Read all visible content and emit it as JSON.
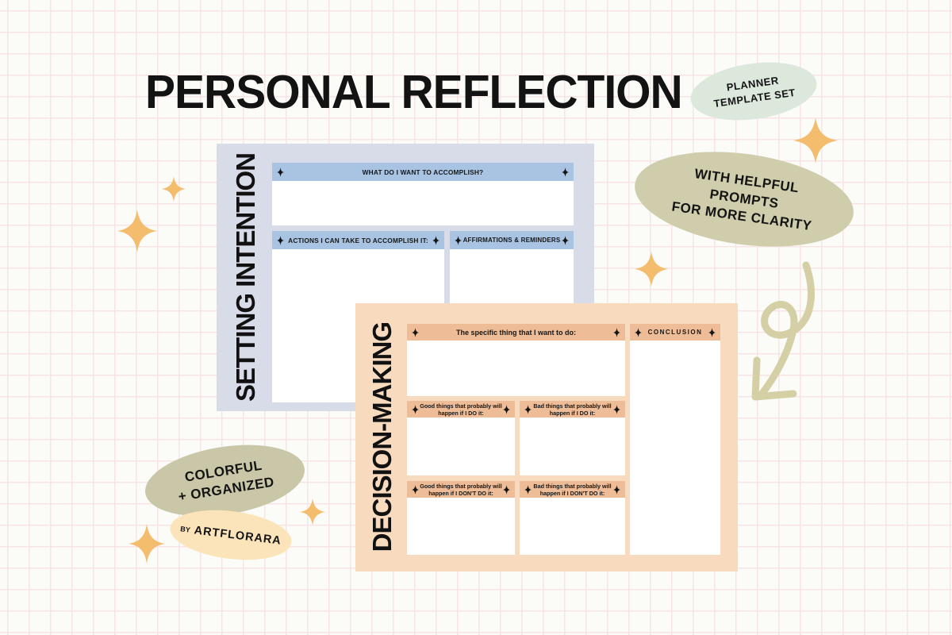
{
  "header": {
    "title": "PERSONAL REFLECTION",
    "badge": {
      "line1": "PLANNER",
      "line2": "TEMPLATE SET"
    }
  },
  "setting_card": {
    "vertical_title": "SETTING INTENTION",
    "accomplish_header": "WHAT DO I WANT TO ACCOMPLISH?",
    "actions_header": "ACTIONS I CAN TAKE TO ACCOMPLISH IT:",
    "affirmations_header": "AFFIRMATIONS & REMINDERS"
  },
  "decision_card": {
    "vertical_title": "DECISION-MAKING",
    "specific_header": "The specific thing that I want to do:",
    "conclusion_header": "CONCLUSION",
    "good_do_header": "Good things that probably will happen if I DO it:",
    "bad_do_header": "Bad things that probably will happen if I DO it:",
    "good_dont_header": "Good things that probably will happen if I DON'T DO it:",
    "bad_dont_header": "Bad things that probably will happen if I DON'T DO it:"
  },
  "stickers": {
    "helpful_line1": "WITH HELPFUL",
    "helpful_line2": "PROMPTS",
    "helpful_line3": "FOR MORE CLARITY",
    "colorful_line1": "COLORFUL",
    "colorful_line2": "+ ORGANIZED",
    "byline_prefix": "BY",
    "byline_name": "ARTFLORARA"
  },
  "colors": {
    "background": "#fbfbf8",
    "grid_line": "#f8e4e4",
    "title_text": "#131313",
    "badge_mint": "#dde8dd",
    "setting_card_bg": "#d7dce8",
    "setting_header_bar": "#a9c4e3",
    "decision_card_bg": "#f8dabe",
    "decision_header_bar": "#eebd97",
    "olive_sticker": "#cfcdab",
    "olive_sticker_dark": "#c9c7a7",
    "cream_sticker": "#fce4ba",
    "sparkle": "#f4bd6e",
    "arrow": "#d5cfa6"
  }
}
